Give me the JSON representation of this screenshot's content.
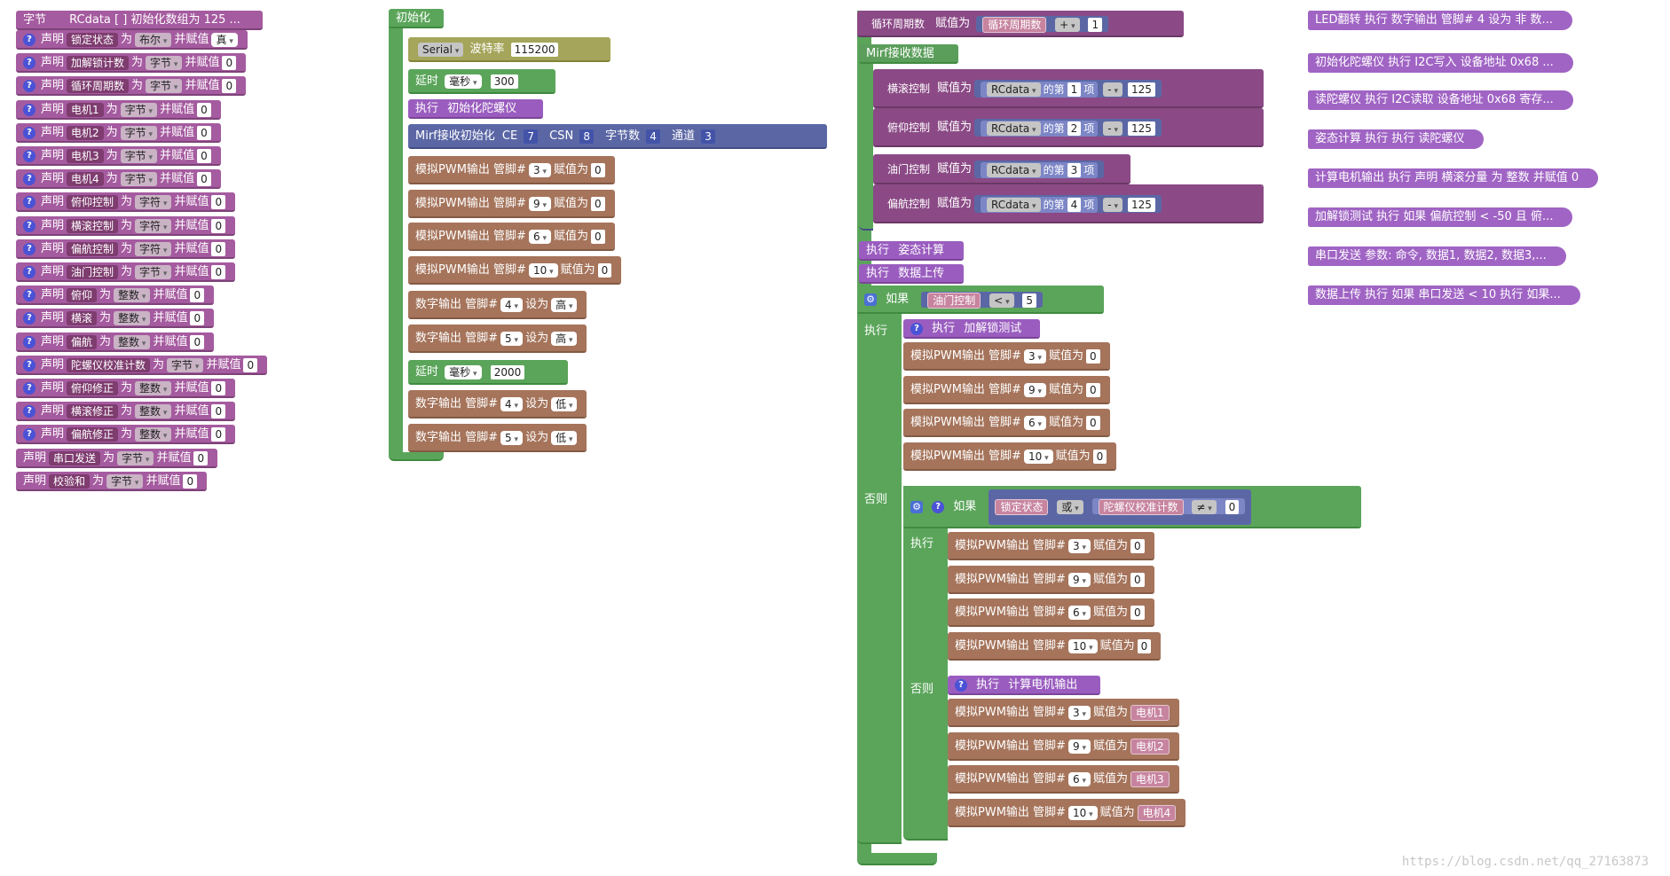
{
  "colors": {
    "procedure": "#a55b9f",
    "setup": "#5ba55b",
    "io": "#a5745b",
    "math": "#5b67a5",
    "serial": "#a5a55b"
  },
  "left": {
    "array": {
      "type": "字节",
      "name": "RCdata [ ] 初始化数组为 125 ..."
    },
    "decls": [
      {
        "kw": "声明",
        "name": "锁定状态",
        "as": "为",
        "type": "布尔",
        "init": "并赋值",
        "value": "真"
      },
      {
        "kw": "声明",
        "name": "加解锁计数",
        "as": "为",
        "type": "字节",
        "init": "并赋值",
        "value": "0"
      },
      {
        "kw": "声明",
        "name": "循环周期数",
        "as": "为",
        "type": "字节",
        "init": "并赋值",
        "value": "0"
      },
      {
        "kw": "声明",
        "name": "电机1",
        "as": "为",
        "type": "字节",
        "init": "并赋值",
        "value": "0"
      },
      {
        "kw": "声明",
        "name": "电机2",
        "as": "为",
        "type": "字节",
        "init": "并赋值",
        "value": "0"
      },
      {
        "kw": "声明",
        "name": "电机3",
        "as": "为",
        "type": "字节",
        "init": "并赋值",
        "value": "0"
      },
      {
        "kw": "声明",
        "name": "电机4",
        "as": "为",
        "type": "字节",
        "init": "并赋值",
        "value": "0"
      },
      {
        "kw": "声明",
        "name": "俯仰控制",
        "as": "为",
        "type": "字符",
        "init": "并赋值",
        "value": "0"
      },
      {
        "kw": "声明",
        "name": "横滚控制",
        "as": "为",
        "type": "字符",
        "init": "并赋值",
        "value": "0"
      },
      {
        "kw": "声明",
        "name": "偏航控制",
        "as": "为",
        "type": "字符",
        "init": "并赋值",
        "value": "0"
      },
      {
        "kw": "声明",
        "name": "油门控制",
        "as": "为",
        "type": "字节",
        "init": "并赋值",
        "value": "0"
      },
      {
        "kw": "声明",
        "name": "俯仰",
        "as": "为",
        "type": "整数",
        "init": "并赋值",
        "value": "0"
      },
      {
        "kw": "声明",
        "name": "横滚",
        "as": "为",
        "type": "整数",
        "init": "并赋值",
        "value": "0"
      },
      {
        "kw": "声明",
        "name": "偏航",
        "as": "为",
        "type": "整数",
        "init": "并赋值",
        "value": "0"
      },
      {
        "kw": "声明",
        "name": "陀螺仪校准计数",
        "as": "为",
        "type": "字节",
        "init": "并赋值",
        "value": "0"
      },
      {
        "kw": "声明",
        "name": "俯仰修正",
        "as": "为",
        "type": "整数",
        "init": "并赋值",
        "value": "0"
      },
      {
        "kw": "声明",
        "name": "横滚修正",
        "as": "为",
        "type": "整数",
        "init": "并赋值",
        "value": "0"
      },
      {
        "kw": "声明",
        "name": "偏航修正",
        "as": "为",
        "type": "整数",
        "init": "并赋值",
        "value": "0"
      }
    ],
    "plain_decls": [
      {
        "kw": "声明",
        "name": "串口发送",
        "as": "为",
        "type": "字节",
        "init": "并赋值",
        "value": "0"
      },
      {
        "kw": "声明",
        "name": "校验和",
        "as": "为",
        "type": "字节",
        "init": "并赋值",
        "value": "0"
      }
    ]
  },
  "setup": {
    "title": "初始化",
    "serial": {
      "name": "Serial",
      "baud_label": "波特率",
      "baud": "115200"
    },
    "delay1": {
      "label": "延时",
      "unit": "毫秒",
      "value": "300"
    },
    "call_gyro": {
      "kw": "执行",
      "name": "初始化陀螺仪"
    },
    "mirf": {
      "label": "Mirf接收初始化",
      "ce_label": "CE",
      "ce": "7",
      "csn_label": "CSN",
      "csn": "8",
      "bytes_label": "字节数",
      "bytes": "4",
      "ch_label": "通道",
      "ch": "3"
    },
    "pwm": [
      {
        "label": "模拟PWM输出 管脚#",
        "pin": "3",
        "set": "赋值为",
        "value": "0"
      },
      {
        "label": "模拟PWM输出 管脚#",
        "pin": "9",
        "set": "赋值为",
        "value": "0"
      },
      {
        "label": "模拟PWM输出 管脚#",
        "pin": "6",
        "set": "赋值为",
        "value": "0"
      },
      {
        "label": "模拟PWM输出 管脚#",
        "pin": "10",
        "set": "赋值为",
        "value": "0"
      }
    ],
    "digital_hi": [
      {
        "label": "数字输出 管脚#",
        "pin": "4",
        "set": "设为",
        "value": "高"
      },
      {
        "label": "数字输出 管脚#",
        "pin": "5",
        "set": "设为",
        "value": "高"
      }
    ],
    "delay2": {
      "label": "延时",
      "unit": "毫秒",
      "value": "2000"
    },
    "digital_lo": [
      {
        "label": "数字输出 管脚#",
        "pin": "4",
        "set": "设为",
        "value": "低"
      },
      {
        "label": "数字输出 管脚#",
        "pin": "5",
        "set": "设为",
        "value": "低"
      }
    ]
  },
  "loop": {
    "cycle": {
      "var": "循环周期数",
      "assign": "赋值为",
      "var2": "循环周期数",
      "op": "+",
      "value": "1"
    },
    "mirf_title": "Mirf接收数据",
    "assigns": [
      {
        "var": "横滚控制",
        "assign": "赋值为",
        "arr": "RCdata",
        "of": "的第",
        "idx": "1",
        "item": "项",
        "op": "-",
        "value": "125"
      },
      {
        "var": "俯仰控制",
        "assign": "赋值为",
        "arr": "RCdata",
        "of": "的第",
        "idx": "2",
        "item": "项",
        "op": "-",
        "value": "125"
      },
      {
        "var": "油门控制",
        "assign": "赋值为",
        "arr": "RCdata",
        "of": "的第",
        "idx": "3",
        "item": "项"
      },
      {
        "var": "偏航控制",
        "assign": "赋值为",
        "arr": "RCdata",
        "of": "的第",
        "idx": "4",
        "item": "项",
        "op": "-",
        "value": "125"
      }
    ],
    "exec1": {
      "kw": "执行",
      "name": "姿态计算"
    },
    "exec2": {
      "kw": "执行",
      "name": "数据上传"
    },
    "if1": {
      "kw": "如果",
      "var": "油门控制",
      "op": "<",
      "value": "5",
      "do": "执行",
      "else": "否则"
    },
    "call_lock": {
      "kw": "执行",
      "name": "加解锁测试"
    },
    "pwm_zero": [
      {
        "label": "模拟PWM输出 管脚#",
        "pin": "3",
        "set": "赋值为",
        "value": "0"
      },
      {
        "label": "模拟PWM输出 管脚#",
        "pin": "9",
        "set": "赋值为",
        "value": "0"
      },
      {
        "label": "模拟PWM输出 管脚#",
        "pin": "6",
        "set": "赋值为",
        "value": "0"
      },
      {
        "label": "模拟PWM输出 管脚#",
        "pin": "10",
        "set": "赋值为",
        "value": "0"
      }
    ],
    "if2": {
      "kw": "如果",
      "var": "锁定状态",
      "or": "或",
      "var2": "陀螺仪校准计数",
      "op": "≠",
      "value": "0",
      "do": "执行",
      "else": "否则"
    },
    "pwm_zero2": [
      {
        "label": "模拟PWM输出 管脚#",
        "pin": "3",
        "set": "赋值为",
        "value": "0"
      },
      {
        "label": "模拟PWM输出 管脚#",
        "pin": "9",
        "set": "赋值为",
        "value": "0"
      },
      {
        "label": "模拟PWM输出 管脚#",
        "pin": "6",
        "set": "赋值为",
        "value": "0"
      },
      {
        "label": "模拟PWM输出 管脚#",
        "pin": "10",
        "set": "赋值为",
        "value": "0"
      }
    ],
    "call_motor": {
      "kw": "执行",
      "name": "计算电机输出"
    },
    "pwm_motor": [
      {
        "label": "模拟PWM输出 管脚#",
        "pin": "3",
        "set": "赋值为",
        "value": "电机1"
      },
      {
        "label": "模拟PWM输出 管脚#",
        "pin": "9",
        "set": "赋值为",
        "value": "电机2"
      },
      {
        "label": "模拟PWM输出 管脚#",
        "pin": "6",
        "set": "赋值为",
        "value": "电机3"
      },
      {
        "label": "模拟PWM输出 管脚#",
        "pin": "10",
        "set": "赋值为",
        "value": "电机4"
      }
    ]
  },
  "procedures": [
    "LED翻转  执行 数字输出 管脚# 4 设为 非 数...",
    "初始化陀螺仪  执行 I2C写入 设备地址 0x68 ...",
    "读陀螺仪  执行 I2C读取 设备地址 0x68 寄存...",
    "姿态计算  执行 执行 读陀螺仪",
    "计算电机输出  执行 声明 横滚分量 为 整数 并赋值 0",
    "加解锁测试  执行 如果 偏航控制 < -50 且 俯...",
    "串口发送 参数: 命令, 数据1, 数据2, 数据3,...",
    "数据上传  执行 如果 串口发送 < 10 执行 如果..."
  ],
  "watermark": "https://blog.csdn.net/qq_27163873"
}
